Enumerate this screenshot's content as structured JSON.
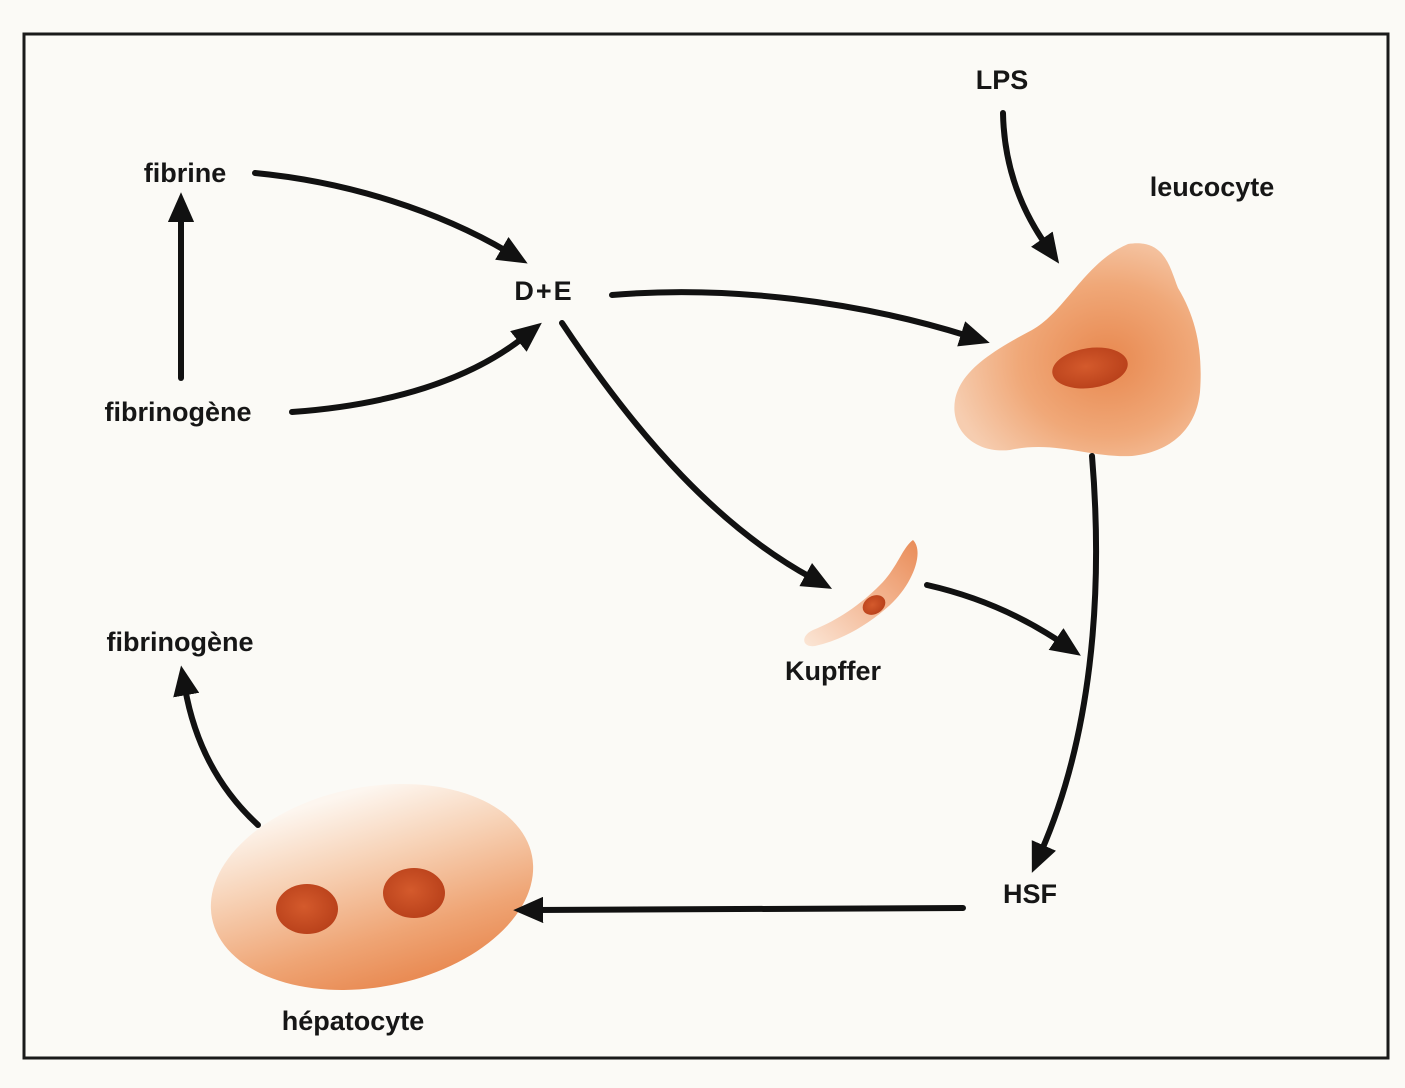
{
  "labels": {
    "fibrine": "fibrine",
    "fibrinogene_top": "fibrinogène",
    "d_plus_e": "D+E",
    "lps": "LPS",
    "leucocyte": "leucocyte",
    "kupffer": "Kupffer",
    "fibrinogene_bottom": "fibrinogène",
    "hsf": "HSF",
    "hepatocyte": "hépatocyte"
  },
  "colors": {
    "cell_light": "#fbeee2",
    "cell_mid": "#f0a878",
    "cell_dark": "#e8884f",
    "nucleus": "#c8471d",
    "arrow": "#111111",
    "frame": "#1a1a1a",
    "background": "#fbfaf6"
  },
  "edges": [
    {
      "from": "fibrinogene_top",
      "to": "fibrine"
    },
    {
      "from": "fibrine",
      "to": "d_plus_e"
    },
    {
      "from": "fibrinogene_top",
      "to": "d_plus_e"
    },
    {
      "from": "d_plus_e",
      "to": "leucocyte"
    },
    {
      "from": "lps",
      "to": "leucocyte"
    },
    {
      "from": "d_plus_e",
      "to": "kupffer"
    },
    {
      "from": "kupffer",
      "to": "hsf"
    },
    {
      "from": "leucocyte",
      "to": "hsf"
    },
    {
      "from": "hsf",
      "to": "hepatocyte"
    },
    {
      "from": "hepatocyte",
      "to": "fibrinogene_bottom"
    }
  ]
}
